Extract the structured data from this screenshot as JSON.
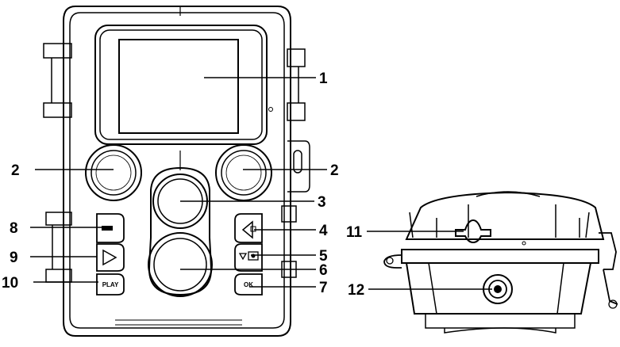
{
  "callouts": {
    "c1": "1",
    "c2_left": "2",
    "c2_right": "2",
    "c3": "3",
    "c4": "4",
    "c5": "5",
    "c6": "6",
    "c7": "7",
    "c8": "8",
    "c9": "9",
    "c10": "10",
    "c11": "11",
    "c12": "12"
  },
  "buttons": {
    "play": "PLAY",
    "ok": "OK"
  },
  "icons": {
    "menu_button": "menu-icon",
    "right_button": "right-arrow-icon",
    "left_button": "left-arrow-icon",
    "down_button": "down-arrow-camera-icon",
    "tripod_mount": "tripod-socket-icon",
    "strap_slot": "keyhole-strap-slot-icon"
  }
}
